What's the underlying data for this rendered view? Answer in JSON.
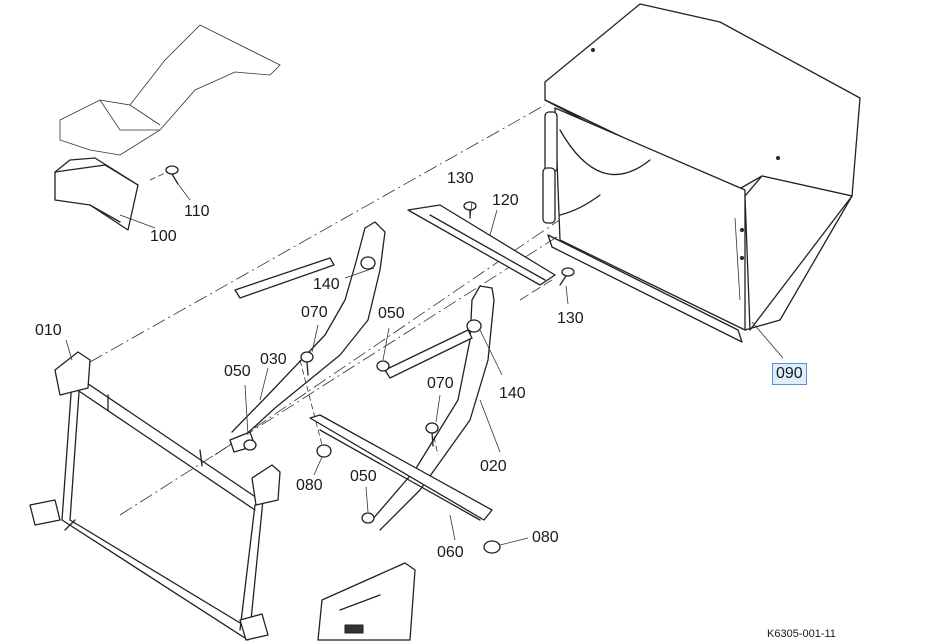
{
  "diagram": {
    "drawing_code": "K6305-001-11",
    "selected_part": "090",
    "part_labels": {
      "p010": "010",
      "p020": "020",
      "p030": "030",
      "p050a": "050",
      "p050b": "050",
      "p050c": "050",
      "p060": "060",
      "p070a": "070",
      "p070b": "070",
      "p080a": "080",
      "p080b": "080",
      "p090": "090",
      "p100": "100",
      "p110": "110",
      "p120": "120",
      "p130a": "130",
      "p130b": "130",
      "p140a": "140",
      "p140b": "140"
    }
  }
}
